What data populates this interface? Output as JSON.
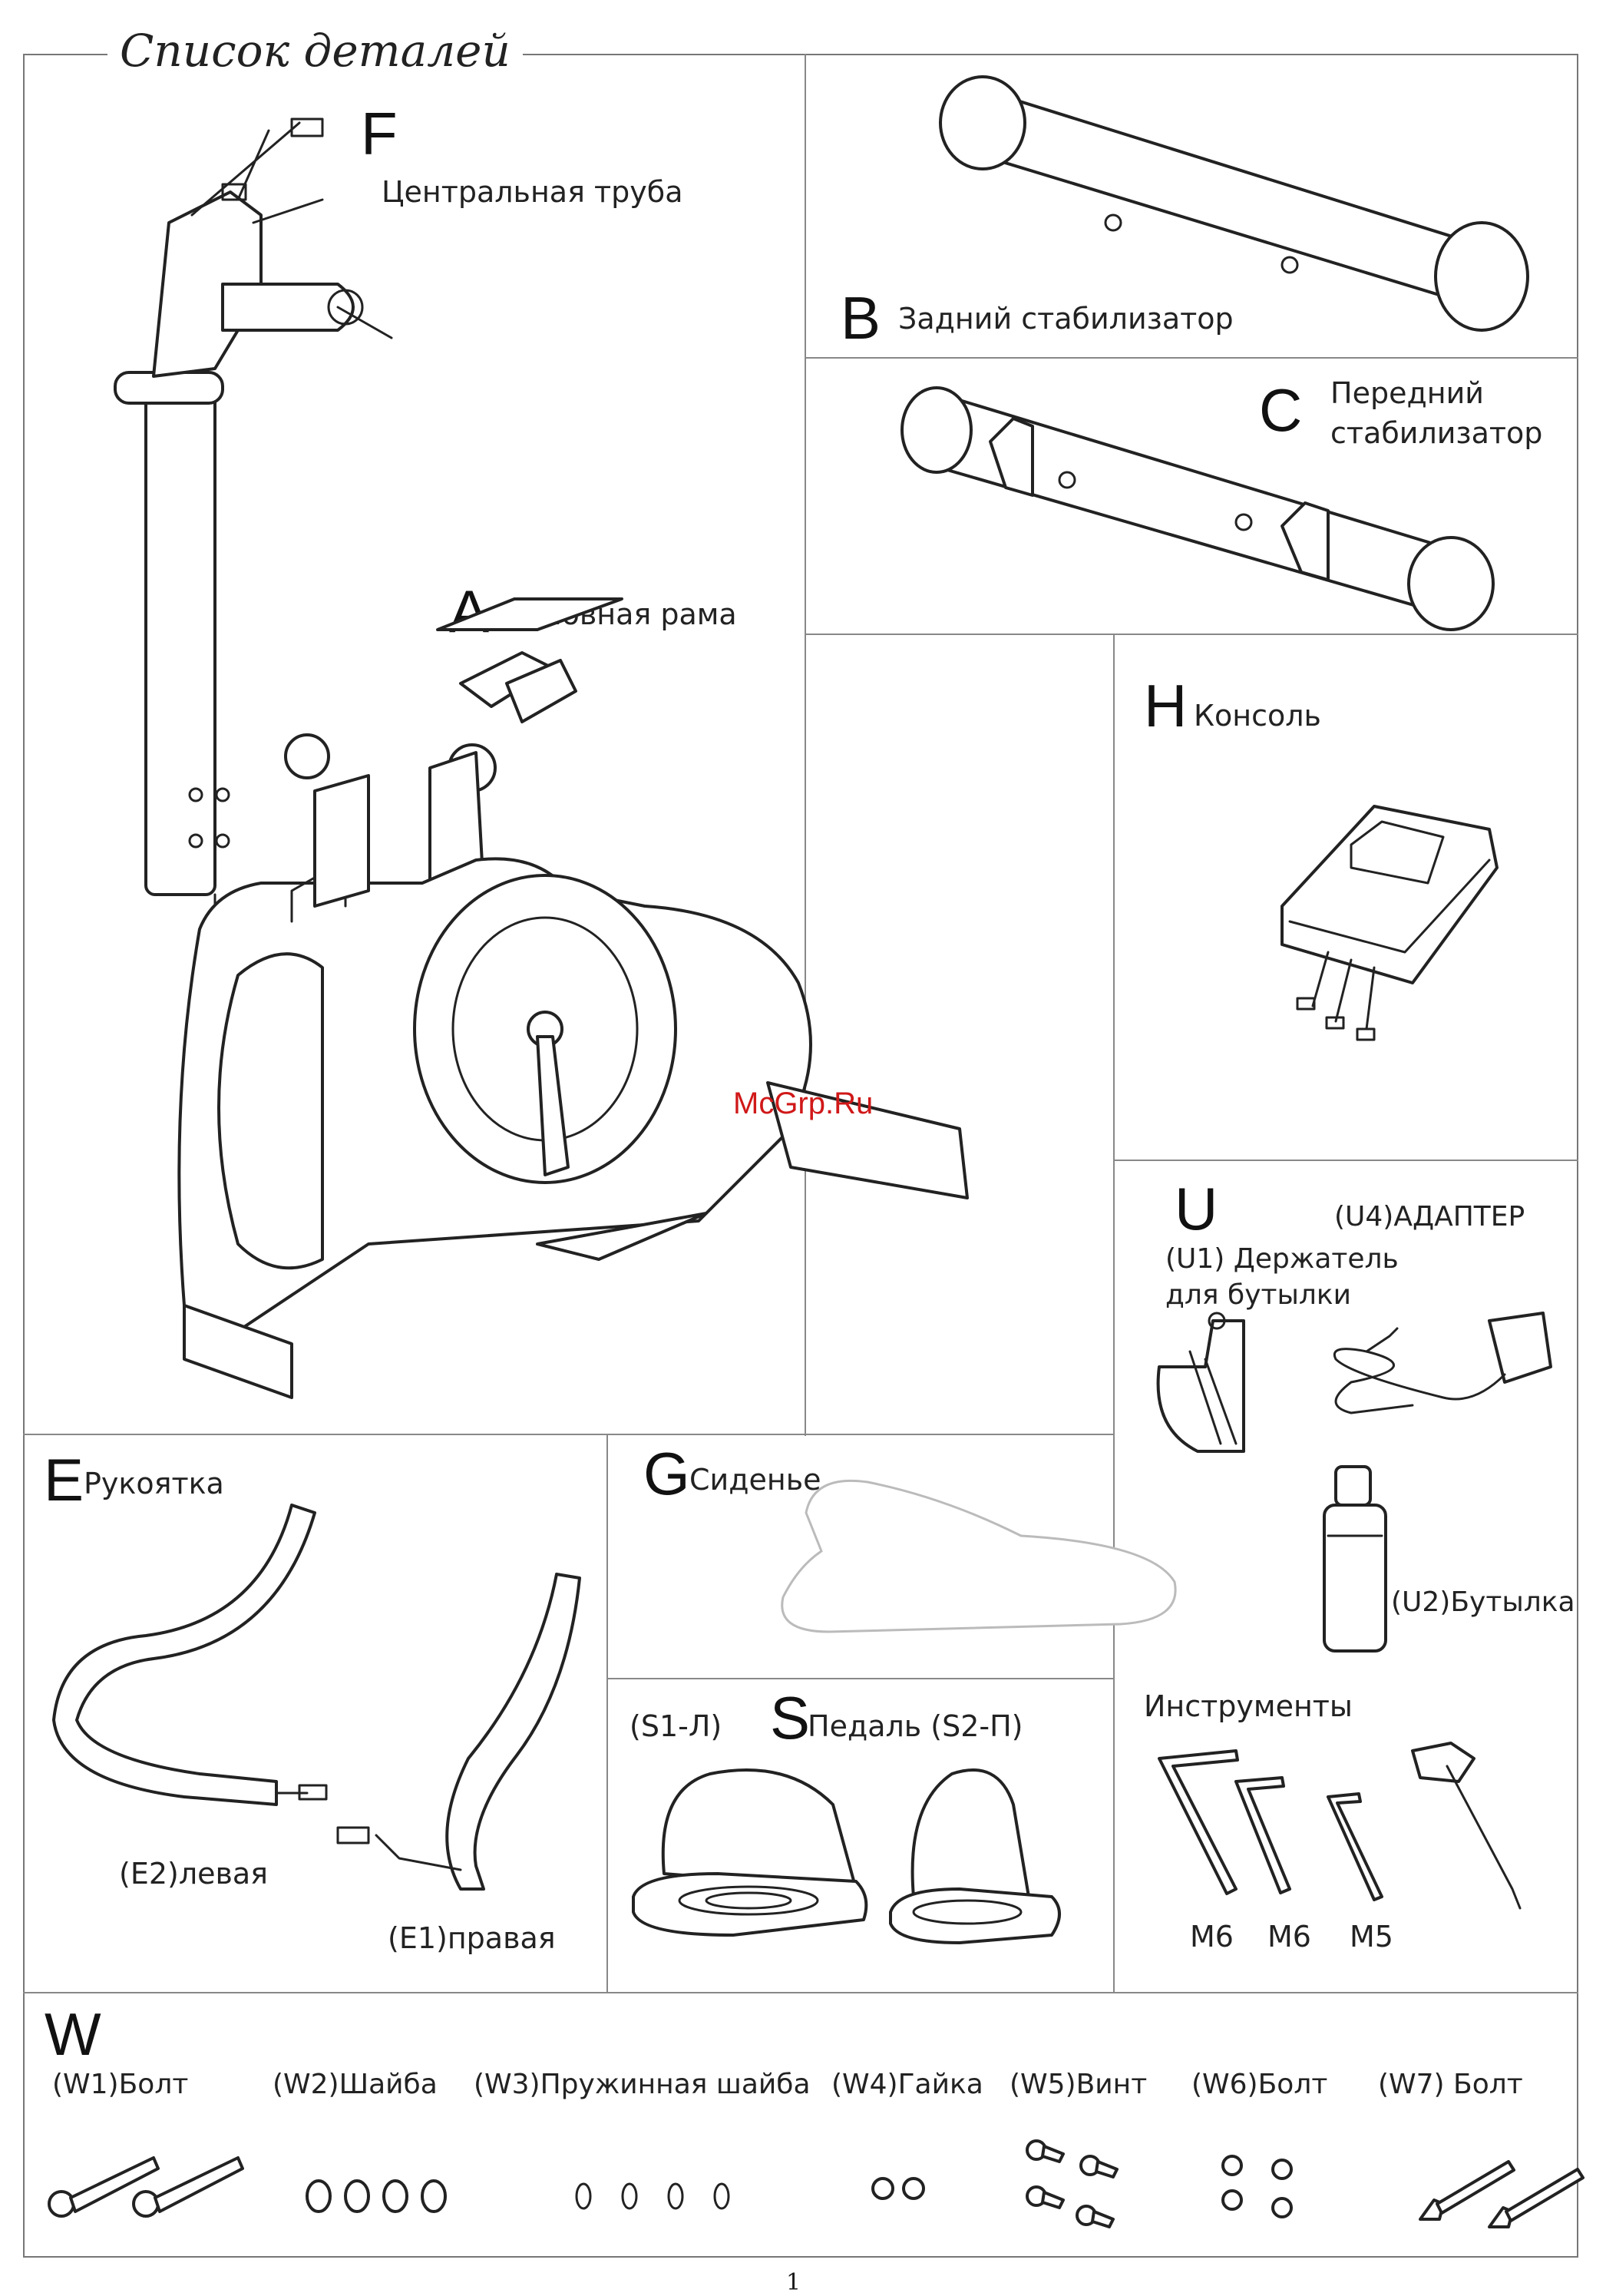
{
  "title": "Список деталей",
  "parts": {
    "F": {
      "letter": "F",
      "name": "Центральная труба"
    },
    "B": {
      "letter": "B",
      "name": "Задний стабилизатор"
    },
    "C": {
      "letter": "C",
      "name_line1": "Передний",
      "name_line2": "стабилизатор"
    },
    "A": {
      "letter": "A",
      "name": "Основная рама"
    },
    "H": {
      "letter": "H",
      "name": "Консоль"
    },
    "U": {
      "letter": "U",
      "u4": "(U4)АДАПТЕР",
      "u1_line1": "(U1) Держатель",
      "u1_line2": "для бутылки",
      "u2": "(U2)Бутылка"
    },
    "E": {
      "letter": "E",
      "name": "Рукоятка",
      "e2": "(E2)левая",
      "e1": "(E1)правая"
    },
    "G": {
      "letter": "G",
      "name": "Сиденье"
    },
    "S": {
      "letter": "S",
      "left": "(S1-Л)",
      "name": "Педаль (S2-П)"
    },
    "tools": {
      "title": "Инструменты",
      "sizes": [
        "M6",
        "M6",
        "M5"
      ]
    },
    "W": {
      "letter": "W",
      "items": [
        "(W1)Болт",
        "(W2)Шайба",
        "(W3)Пружинная шайба",
        "(W4)Гайка",
        "(W5)Винт",
        "(W6)Болт",
        "(W7)  Болт"
      ]
    }
  },
  "watermark": "McGrp.Ru",
  "page_number": "1"
}
